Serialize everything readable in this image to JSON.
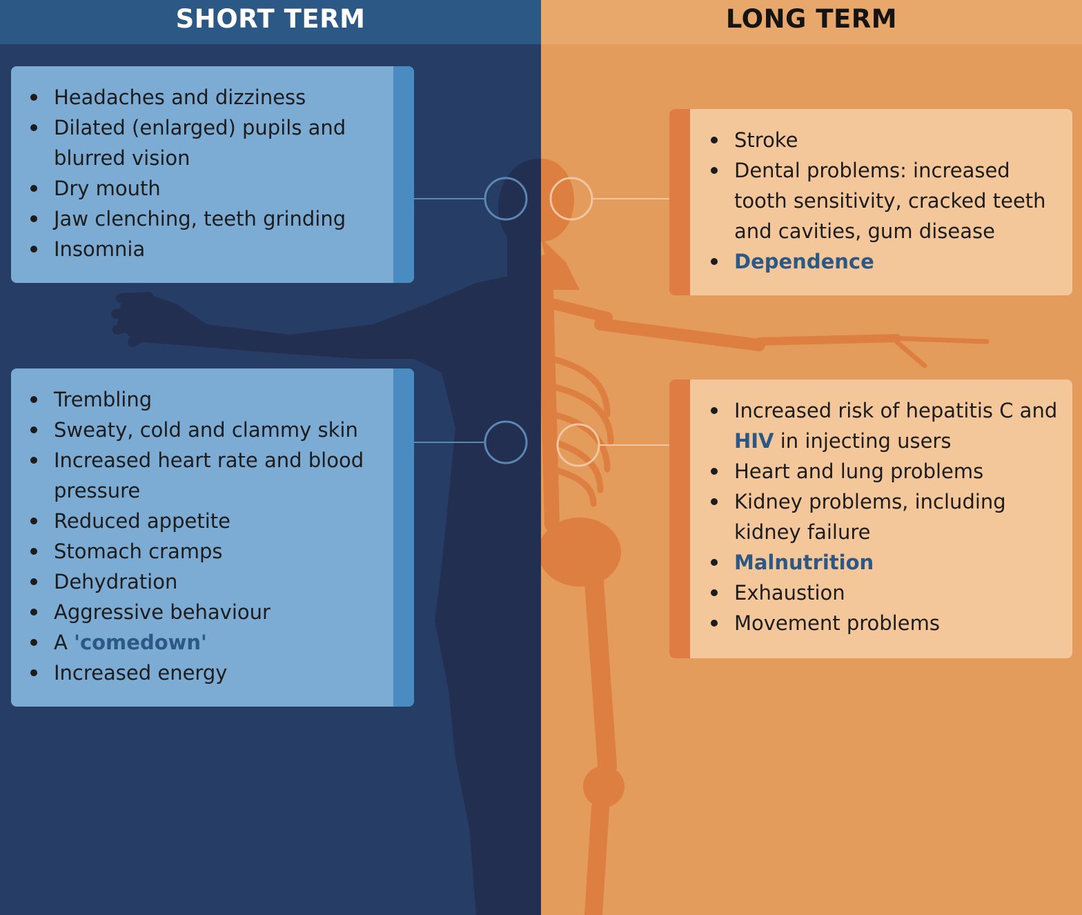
{
  "headers": {
    "short_term": "SHORT TERM",
    "long_term": "LONG TERM"
  },
  "short_term": {
    "box1": [
      {
        "text": "Headaches and dizziness"
      },
      {
        "text": "Dilated (enlarged) pupils and blurred vision"
      },
      {
        "text": "Dry mouth"
      },
      {
        "text": "Jaw clenching, teeth grinding"
      },
      {
        "text": "Insomnia"
      }
    ],
    "box2": [
      {
        "text": "Trembling"
      },
      {
        "text": "Sweaty, cold and clammy skin"
      },
      {
        "text": "Increased heart rate and blood pressure"
      },
      {
        "text": "Reduced appetite"
      },
      {
        "text": "Stomach cramps"
      },
      {
        "text": "Dehydration"
      },
      {
        "text": "Aggressive behaviour"
      },
      {
        "prefix": "A ",
        "link": "'comedown'"
      },
      {
        "text": "Increased energy"
      }
    ]
  },
  "long_term": {
    "box1": [
      {
        "text": "Stroke"
      },
      {
        "text": "Dental problems: increased tooth sensitivity, cracked teeth and cavities, gum disease"
      },
      {
        "link": "Dependence"
      }
    ],
    "box2": [
      {
        "text": "Increased risk of hepatitis C and ",
        "link": "HIV",
        "suffix": " in injecting users"
      },
      {
        "text": "Heart and lung problems"
      },
      {
        "text": "Kidney problems, including kidney failure"
      },
      {
        "link": "Malnutrition"
      },
      {
        "text": "Exhaustion"
      },
      {
        "text": "Movement problems"
      }
    ]
  },
  "colors": {
    "left_background": "#263d65",
    "right_background": "#e49c5d",
    "left_header": "#2b5884",
    "right_header": "#e9a86b",
    "blue_card": "#7cabd3",
    "orange_card": "#f4c79b",
    "link_text": "#2b5884"
  },
  "icons": [
    "body-silhouette",
    "skeleton-figure",
    "connector-ring"
  ]
}
